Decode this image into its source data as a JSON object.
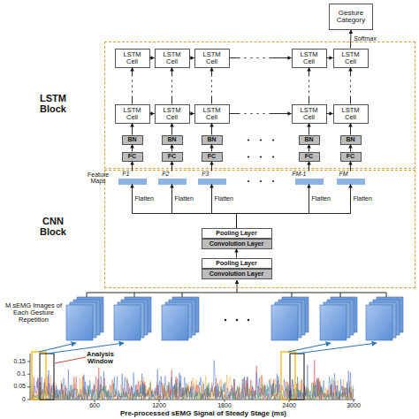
{
  "diagram": {
    "nodes": [
      {
        "text": [
          "Gesture Category"
        ]
      },
      {
        "text": [
          "LSTM Block"
        ]
      },
      {
        "text": [
          "LSTM Cell"
        ],
        "in": 1
      },
      {
        "text": [
          "LSTM Cell"
        ],
        "in": 1
      },
      {
        "text": [
          "LSTM Cell"
        ],
        "in": 1
      },
      {
        "text": [
          "LSTM Cell"
        ],
        "in": 1
      },
      {
        "text": [
          "LSTM Cell"
        ],
        "in": 1
      },
      {
        "text": [
          "LSTM Cell"
        ],
        "in": 1
      },
      {
        "text": [
          "LSTM Cell"
        ],
        "in": 1
      },
      {
        "text": [
          "LSTM Cell"
        ],
        "in": 1
      },
      {
        "text": [
          "LSTM Cell"
        ],
        "in": 1
      },
      {
        "text": [
          "LSTM Cell"
        ],
        "in": 1
      },
      {
        "text": [
          "BN"
        ],
        "in": 1
      },
      {
        "text": [
          "BN"
        ],
        "in": 1
      },
      {
        "text": [
          "BN"
        ],
        "in": 1
      },
      {
        "text": [
          "BN"
        ],
        "in": 1
      },
      {
        "text": [
          "BN"
        ],
        "in": 1
      },
      {
        "text": [
          "FC"
        ],
        "in": 1
      },
      {
        "text": [
          "FC"
        ],
        "in": 1
      },
      {
        "text": [
          "FC"
        ],
        "in": 1
      },
      {
        "text": [
          "FC"
        ],
        "in": 1
      },
      {
        "text": [
          "FC"
        ],
        "in": 1
      },
      {
        "text": [
          "CNN Block"
        ]
      },
      {
        "text": [
          "F1"
        ],
        "in": 22
      },
      {
        "text": [
          "F2"
        ],
        "in": 22
      },
      {
        "text": [
          "F3"
        ],
        "in": 22
      },
      {
        "text": [
          "FM-1"
        ],
        "in": 22
      },
      {
        "text": [
          "FM"
        ],
        "in": 22
      },
      {
        "text": [
          "Pooling Layer"
        ],
        "in": 22
      },
      {
        "text": [
          "Convolution Layer"
        ],
        "in": 22
      },
      {
        "text": [
          "Pooling Layer"
        ],
        "in": 22
      },
      {
        "text": [
          "Convolution Layer"
        ],
        "in": 22
      }
    ],
    "edges": [
      {
        "from": 2,
        "to": 3,
        "arrow": "to"
      },
      {
        "from": 3,
        "to": 4,
        "arrow": "to"
      },
      {
        "from": 4,
        "to": 5,
        "arrow": "to"
      },
      {
        "from": 5,
        "to": 6,
        "arrow": "to"
      },
      {
        "from": 7,
        "to": 8,
        "arrow": "to"
      },
      {
        "from": 8,
        "to": 9,
        "arrow": "to"
      },
      {
        "from": 9,
        "to": 10,
        "arrow": "to"
      },
      {
        "from": 10,
        "to": 11,
        "arrow": "to"
      },
      {
        "from": 7,
        "to": 2,
        "arrow": "to"
      },
      {
        "from": 8,
        "to": 3,
        "arrow": "to"
      },
      {
        "from": 9,
        "to": 4,
        "arrow": "to"
      },
      {
        "from": 10,
        "to": 5,
        "arrow": "to"
      },
      {
        "from": 11,
        "to": 6,
        "arrow": "to"
      },
      {
        "from": 12,
        "to": 7,
        "arrow": "to"
      },
      {
        "from": 13,
        "to": 8,
        "arrow": "to"
      },
      {
        "from": 14,
        "to": 9,
        "arrow": "to"
      },
      {
        "from": 15,
        "to": 10,
        "arrow": "to"
      },
      {
        "from": 16,
        "to": 11,
        "arrow": "to"
      },
      {
        "from": 17,
        "to": 12,
        "arrow": "to"
      },
      {
        "from": 18,
        "to": 13,
        "arrow": "to"
      },
      {
        "from": 19,
        "to": 14,
        "arrow": "to"
      },
      {
        "from": 20,
        "to": 15,
        "arrow": "to"
      },
      {
        "from": 21,
        "to": 16,
        "arrow": "to"
      },
      {
        "from": 23,
        "to": 17,
        "arrow": "to"
      },
      {
        "from": 24,
        "to": 18,
        "arrow": "to"
      },
      {
        "from": 25,
        "to": 19,
        "arrow": "to"
      },
      {
        "from": 26,
        "to": 20,
        "arrow": "to"
      },
      {
        "from": 27,
        "to": 21,
        "arrow": "to"
      },
      {
        "from": 6,
        "to": 0,
        "label": "Softmax",
        "arrow": "to"
      },
      {
        "from": 28,
        "to": 23,
        "label": "Flatten",
        "arrow": "to"
      },
      {
        "from": 28,
        "to": 24,
        "label": "Flatten",
        "arrow": "to"
      },
      {
        "from": 28,
        "to": 25,
        "label": "Flatten",
        "arrow": "to"
      },
      {
        "from": 28,
        "to": 26,
        "label": "Flatten",
        "arrow": "to"
      },
      {
        "from": 28,
        "to": 27,
        "label": "Flatten",
        "arrow": "to"
      },
      {
        "from": 30,
        "to": 29,
        "arrow": "to"
      }
    ],
    "labels": [
      "Feature Maps",
      "M sEMG Images of Each Gesture Repetition",
      "Analysis Window",
      "0.15",
      "0.1",
      "0.05",
      "0",
      "600",
      "1200",
      "1800",
      "2400",
      "3000",
      "Pre-processed sEMG Signal of Steady Stage (ms)"
    ]
  }
}
